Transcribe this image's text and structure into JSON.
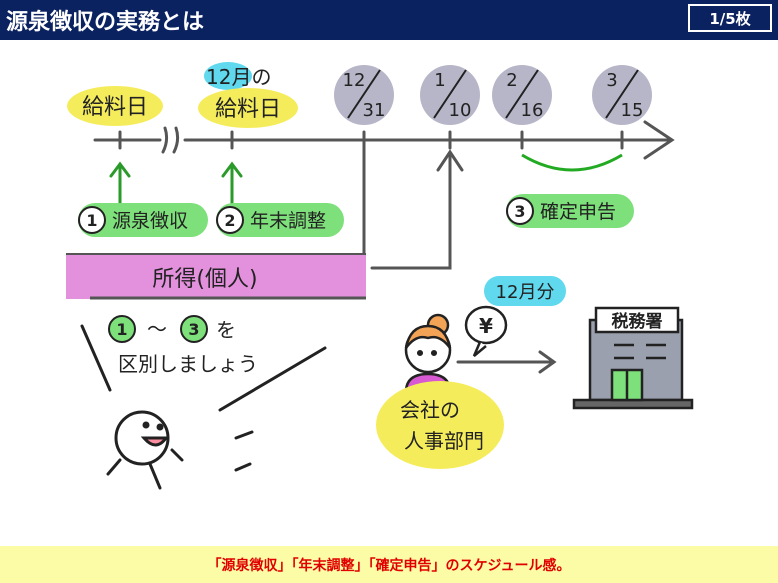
{
  "header": {
    "title": "源泉徴収の実務とは",
    "page_indicator": "1/5枚",
    "background": "#0b2260"
  },
  "timeline": {
    "label_payday": "給料日",
    "label_december": "12月の",
    "label_dec_payday": "給料日",
    "dates": [
      {
        "top": "12",
        "bottom": "31"
      },
      {
        "top": "1",
        "bottom": "10"
      },
      {
        "top": "2",
        "bottom": "16"
      },
      {
        "top": "3",
        "bottom": "15"
      }
    ]
  },
  "steps": {
    "step1": {
      "number": "1",
      "label": "源泉徴収"
    },
    "step2": {
      "number": "2",
      "label": "年末調整"
    },
    "step3": {
      "number": "3",
      "label": "確定申告"
    }
  },
  "income_bar": {
    "label": "所得(個人)",
    "color": "#e391dd"
  },
  "speech": {
    "line1_prefix": "1",
    "line1_mid": "～",
    "line1_suffix_num": "3",
    "line1_end": "を",
    "line2": "区別しましょう"
  },
  "office": {
    "month_bubble": "12月分",
    "yen": "¥",
    "dept_line1": "会社の",
    "dept_line2": "人事部門",
    "building_sign": "税務署"
  },
  "footer": {
    "caption": "「源泉徴収」「年末調整」「確定申告」のスケジュール感。",
    "background": "#fdfca6"
  },
  "colors": {
    "highlight_yellow": "#f5ec5c",
    "highlight_green": "#7de07a",
    "highlight_blue": "#60d8ee",
    "highlight_gray": "#b6b6c8"
  }
}
